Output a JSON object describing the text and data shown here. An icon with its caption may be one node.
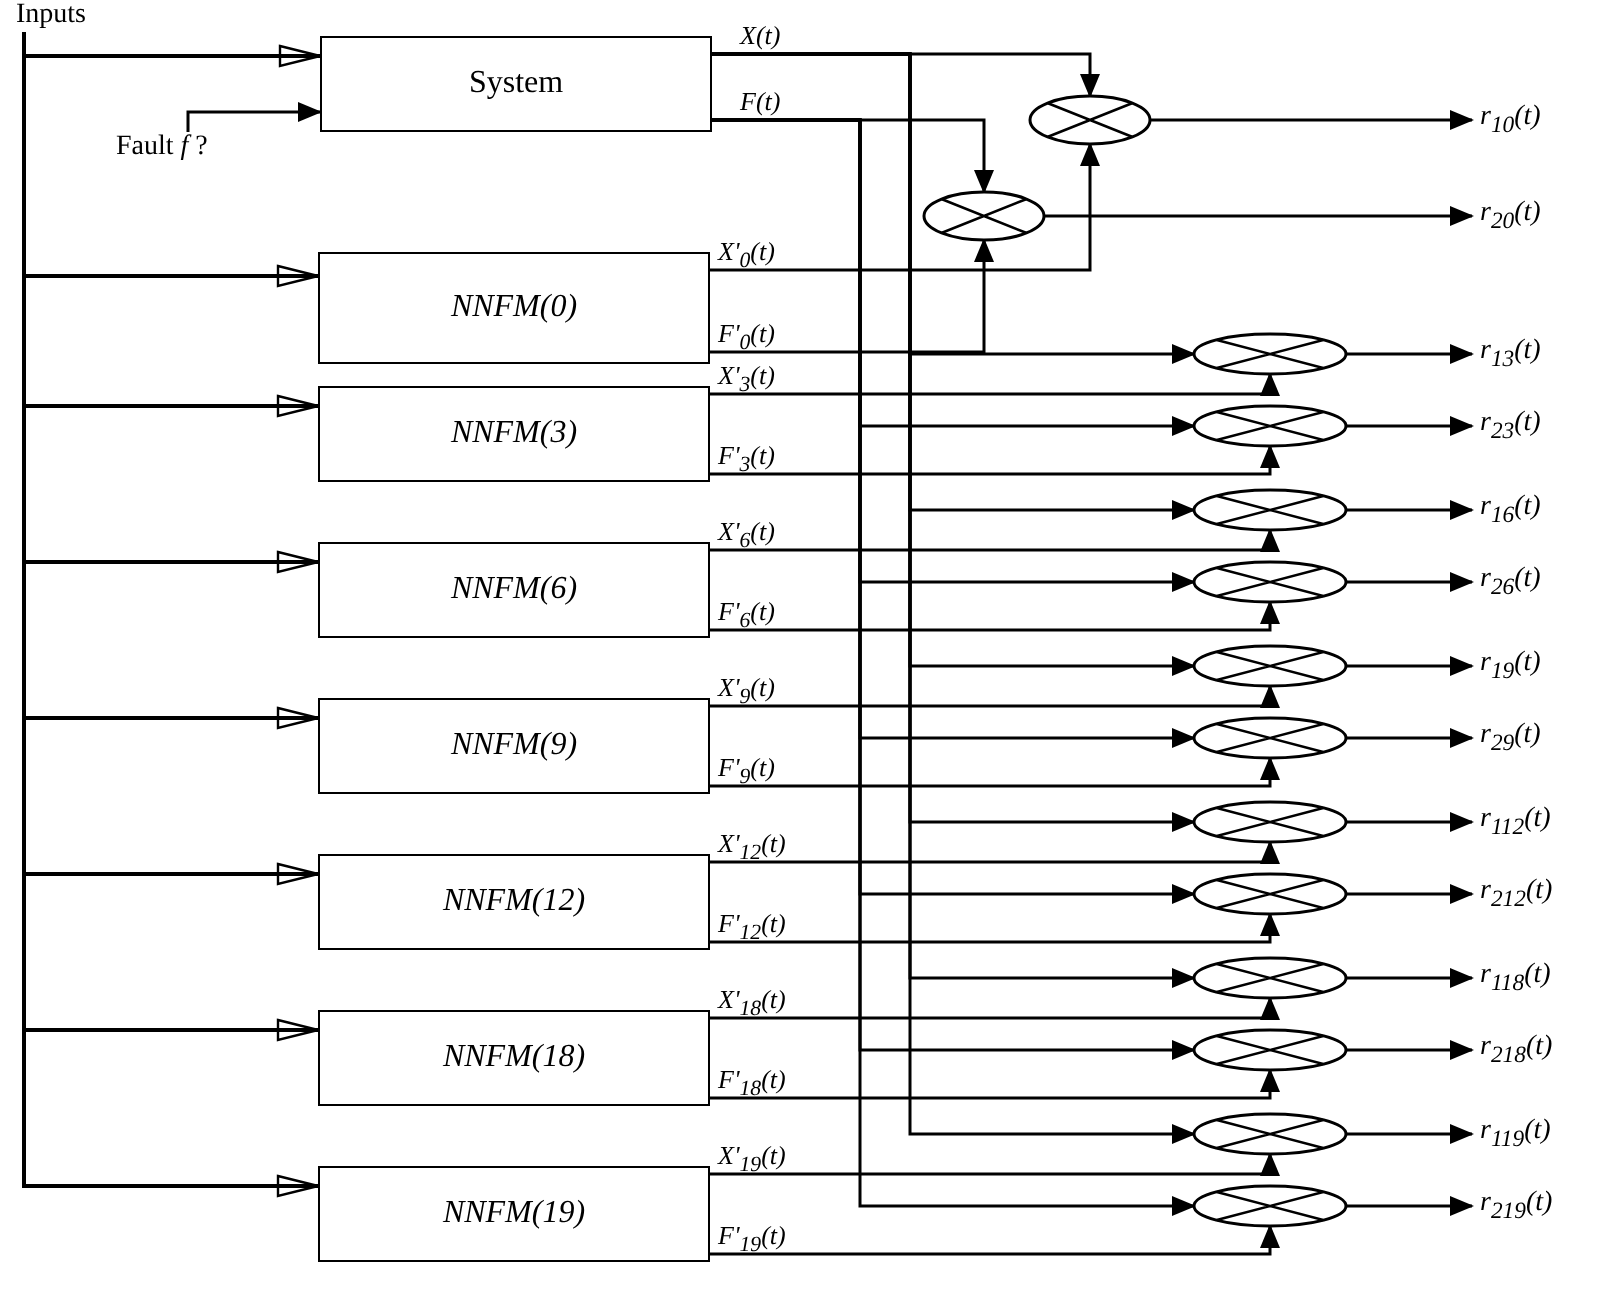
{
  "diagram": {
    "nodes": [
      {
        "text": [
          "Inputs"
        ]
      },
      {
        "text": [
          "System"
        ]
      },
      {
        "text": [
          "Fault *f* ?"
        ]
      },
      {
        "text": [
          "NNFM(0)"
        ]
      },
      {
        "text": [
          "NNFM(3)"
        ]
      },
      {
        "text": [
          "NNFM(6)"
        ]
      },
      {
        "text": [
          "NNFM(9)"
        ]
      },
      {
        "text": [
          "NNFM(12)"
        ]
      },
      {
        "text": [
          "NNFM(18)"
        ]
      },
      {
        "text": [
          "NNFM(19)"
        ]
      },
      {
        "text": [],
        "shape": "circle"
      },
      {
        "text": [],
        "shape": "circle"
      },
      {
        "text": [],
        "shape": "circle"
      },
      {
        "text": [],
        "shape": "circle"
      },
      {
        "text": [],
        "shape": "circle"
      },
      {
        "text": [],
        "shape": "circle"
      },
      {
        "text": [],
        "shape": "circle"
      },
      {
        "text": [],
        "shape": "circle"
      },
      {
        "text": [],
        "shape": "circle"
      },
      {
        "text": [],
        "shape": "circle"
      },
      {
        "text": [],
        "shape": "circle"
      },
      {
        "text": [],
        "shape": "circle"
      },
      {
        "text": [],
        "shape": "circle"
      },
      {
        "text": [],
        "shape": "circle"
      },
      {
        "text": [
          "r$_{10}$(t)"
        ]
      },
      {
        "text": [
          "r$_{20}$(t)"
        ]
      },
      {
        "text": [
          "r$_{13}$(t)"
        ]
      },
      {
        "text": [
          "r$_{23}$(t)"
        ]
      },
      {
        "text": [
          "r$_{16}$(t)"
        ]
      },
      {
        "text": [
          "r$_{26}$(t)"
        ]
      },
      {
        "text": [
          "r$_{19}$(t)"
        ]
      },
      {
        "text": [
          "r$_{29}$(t)"
        ]
      },
      {
        "text": [
          "r$_{112}$(t)"
        ]
      },
      {
        "text": [
          "r$_{212}$(t)"
        ]
      },
      {
        "text": [
          "r$_{118}$(t)"
        ]
      },
      {
        "text": [
          "r$_{218}$(t)"
        ]
      },
      {
        "text": [
          "r$_{119}$(t)"
        ]
      },
      {
        "text": [
          "r$_{219}$(t)"
        ]
      }
    ],
    "edges": [
      {
        "from": 0,
        "to": 1,
        "arrow": "to"
      },
      {
        "from": 2,
        "to": 1,
        "arrow": "to"
      },
      {
        "from": 0,
        "to": 3,
        "arrow": "to"
      },
      {
        "from": 0,
        "to": 4,
        "arrow": "to"
      },
      {
        "from": 0,
        "to": 5,
        "arrow": "to"
      },
      {
        "from": 0,
        "to": 6,
        "arrow": "to"
      },
      {
        "from": 0,
        "to": 7,
        "arrow": "to"
      },
      {
        "from": 0,
        "to": 8,
        "arrow": "to"
      },
      {
        "from": 0,
        "to": 9,
        "arrow": "to"
      },
      {
        "from": 1,
        "to": 10,
        "arrow": "to",
        "label": "X(t)"
      },
      {
        "from": 1,
        "to": 11,
        "arrow": "to",
        "label": "F(t)"
      },
      {
        "from": 1,
        "to": 12,
        "arrow": "to"
      },
      {
        "from": 1,
        "to": 13,
        "arrow": "to"
      },
      {
        "from": 1,
        "to": 14,
        "arrow": "to"
      },
      {
        "from": 1,
        "to": 15,
        "arrow": "to"
      },
      {
        "from": 1,
        "to": 16,
        "arrow": "to"
      },
      {
        "from": 1,
        "to": 17,
        "arrow": "to"
      },
      {
        "from": 1,
        "to": 18,
        "arrow": "to"
      },
      {
        "from": 1,
        "to": 19,
        "arrow": "to"
      },
      {
        "from": 1,
        "to": 20,
        "arrow": "to"
      },
      {
        "from": 1,
        "to": 21,
        "arrow": "to"
      },
      {
        "from": 1,
        "to": 22,
        "arrow": "to"
      },
      {
        "from": 1,
        "to": 23,
        "arrow": "to"
      },
      {
        "from": 3,
        "to": 10,
        "arrow": "to",
        "label": "X'$_{0}$(t)"
      },
      {
        "from": 3,
        "to": 11,
        "arrow": "to",
        "label": "F'$_{0}$(t)"
      },
      {
        "from": 4,
        "to": 12,
        "arrow": "to",
        "label": "X'$_{3}$(t)"
      },
      {
        "from": 4,
        "to": 13,
        "arrow": "to",
        "label": "F'$_{3}$(t)"
      },
      {
        "from": 5,
        "to": 14,
        "arrow": "to",
        "label": "X'$_{6}$(t)"
      },
      {
        "from": 5,
        "to": 15,
        "arrow": "to",
        "label": "F'$_{6}$(t)"
      },
      {
        "from": 6,
        "to": 16,
        "arrow": "to",
        "label": "X'$_{9}$(t)"
      },
      {
        "from": 6,
        "to": 17,
        "arrow": "to",
        "label": "F'$_{9}$(t)"
      },
      {
        "from": 7,
        "to": 18,
        "arrow": "to",
        "label": "X'$_{12}$(t)"
      },
      {
        "from": 7,
        "to": 19,
        "arrow": "to",
        "label": "F'$_{12}$(t)"
      },
      {
        "from": 8,
        "to": 20,
        "arrow": "to",
        "label": "X'$_{18}$(t)"
      },
      {
        "from": 8,
        "to": 21,
        "arrow": "to",
        "label": "F'$_{18}$(t)"
      },
      {
        "from": 9,
        "to": 22,
        "arrow": "to",
        "label": "X'$_{19}$(t)"
      },
      {
        "from": 9,
        "to": 23,
        "arrow": "to",
        "label": "F'$_{19}$(t)"
      },
      {
        "from": 10,
        "to": 24,
        "arrow": "to"
      },
      {
        "from": 11,
        "to": 25,
        "arrow": "to"
      },
      {
        "from": 12,
        "to": 26,
        "arrow": "to"
      },
      {
        "from": 13,
        "to": 27,
        "arrow": "to"
      },
      {
        "from": 14,
        "to": 28,
        "arrow": "to"
      },
      {
        "from": 15,
        "to": 29,
        "arrow": "to"
      },
      {
        "from": 16,
        "to": 30,
        "arrow": "to"
      },
      {
        "from": 17,
        "to": 31,
        "arrow": "to"
      },
      {
        "from": 18,
        "to": 32,
        "arrow": "to"
      },
      {
        "from": 19,
        "to": 33,
        "arrow": "to"
      },
      {
        "from": 20,
        "to": 34,
        "arrow": "to"
      },
      {
        "from": 21,
        "to": 35,
        "arrow": "to"
      },
      {
        "from": 22,
        "to": 36,
        "arrow": "to"
      },
      {
        "from": 23,
        "to": 37,
        "arrow": "to"
      }
    ]
  }
}
